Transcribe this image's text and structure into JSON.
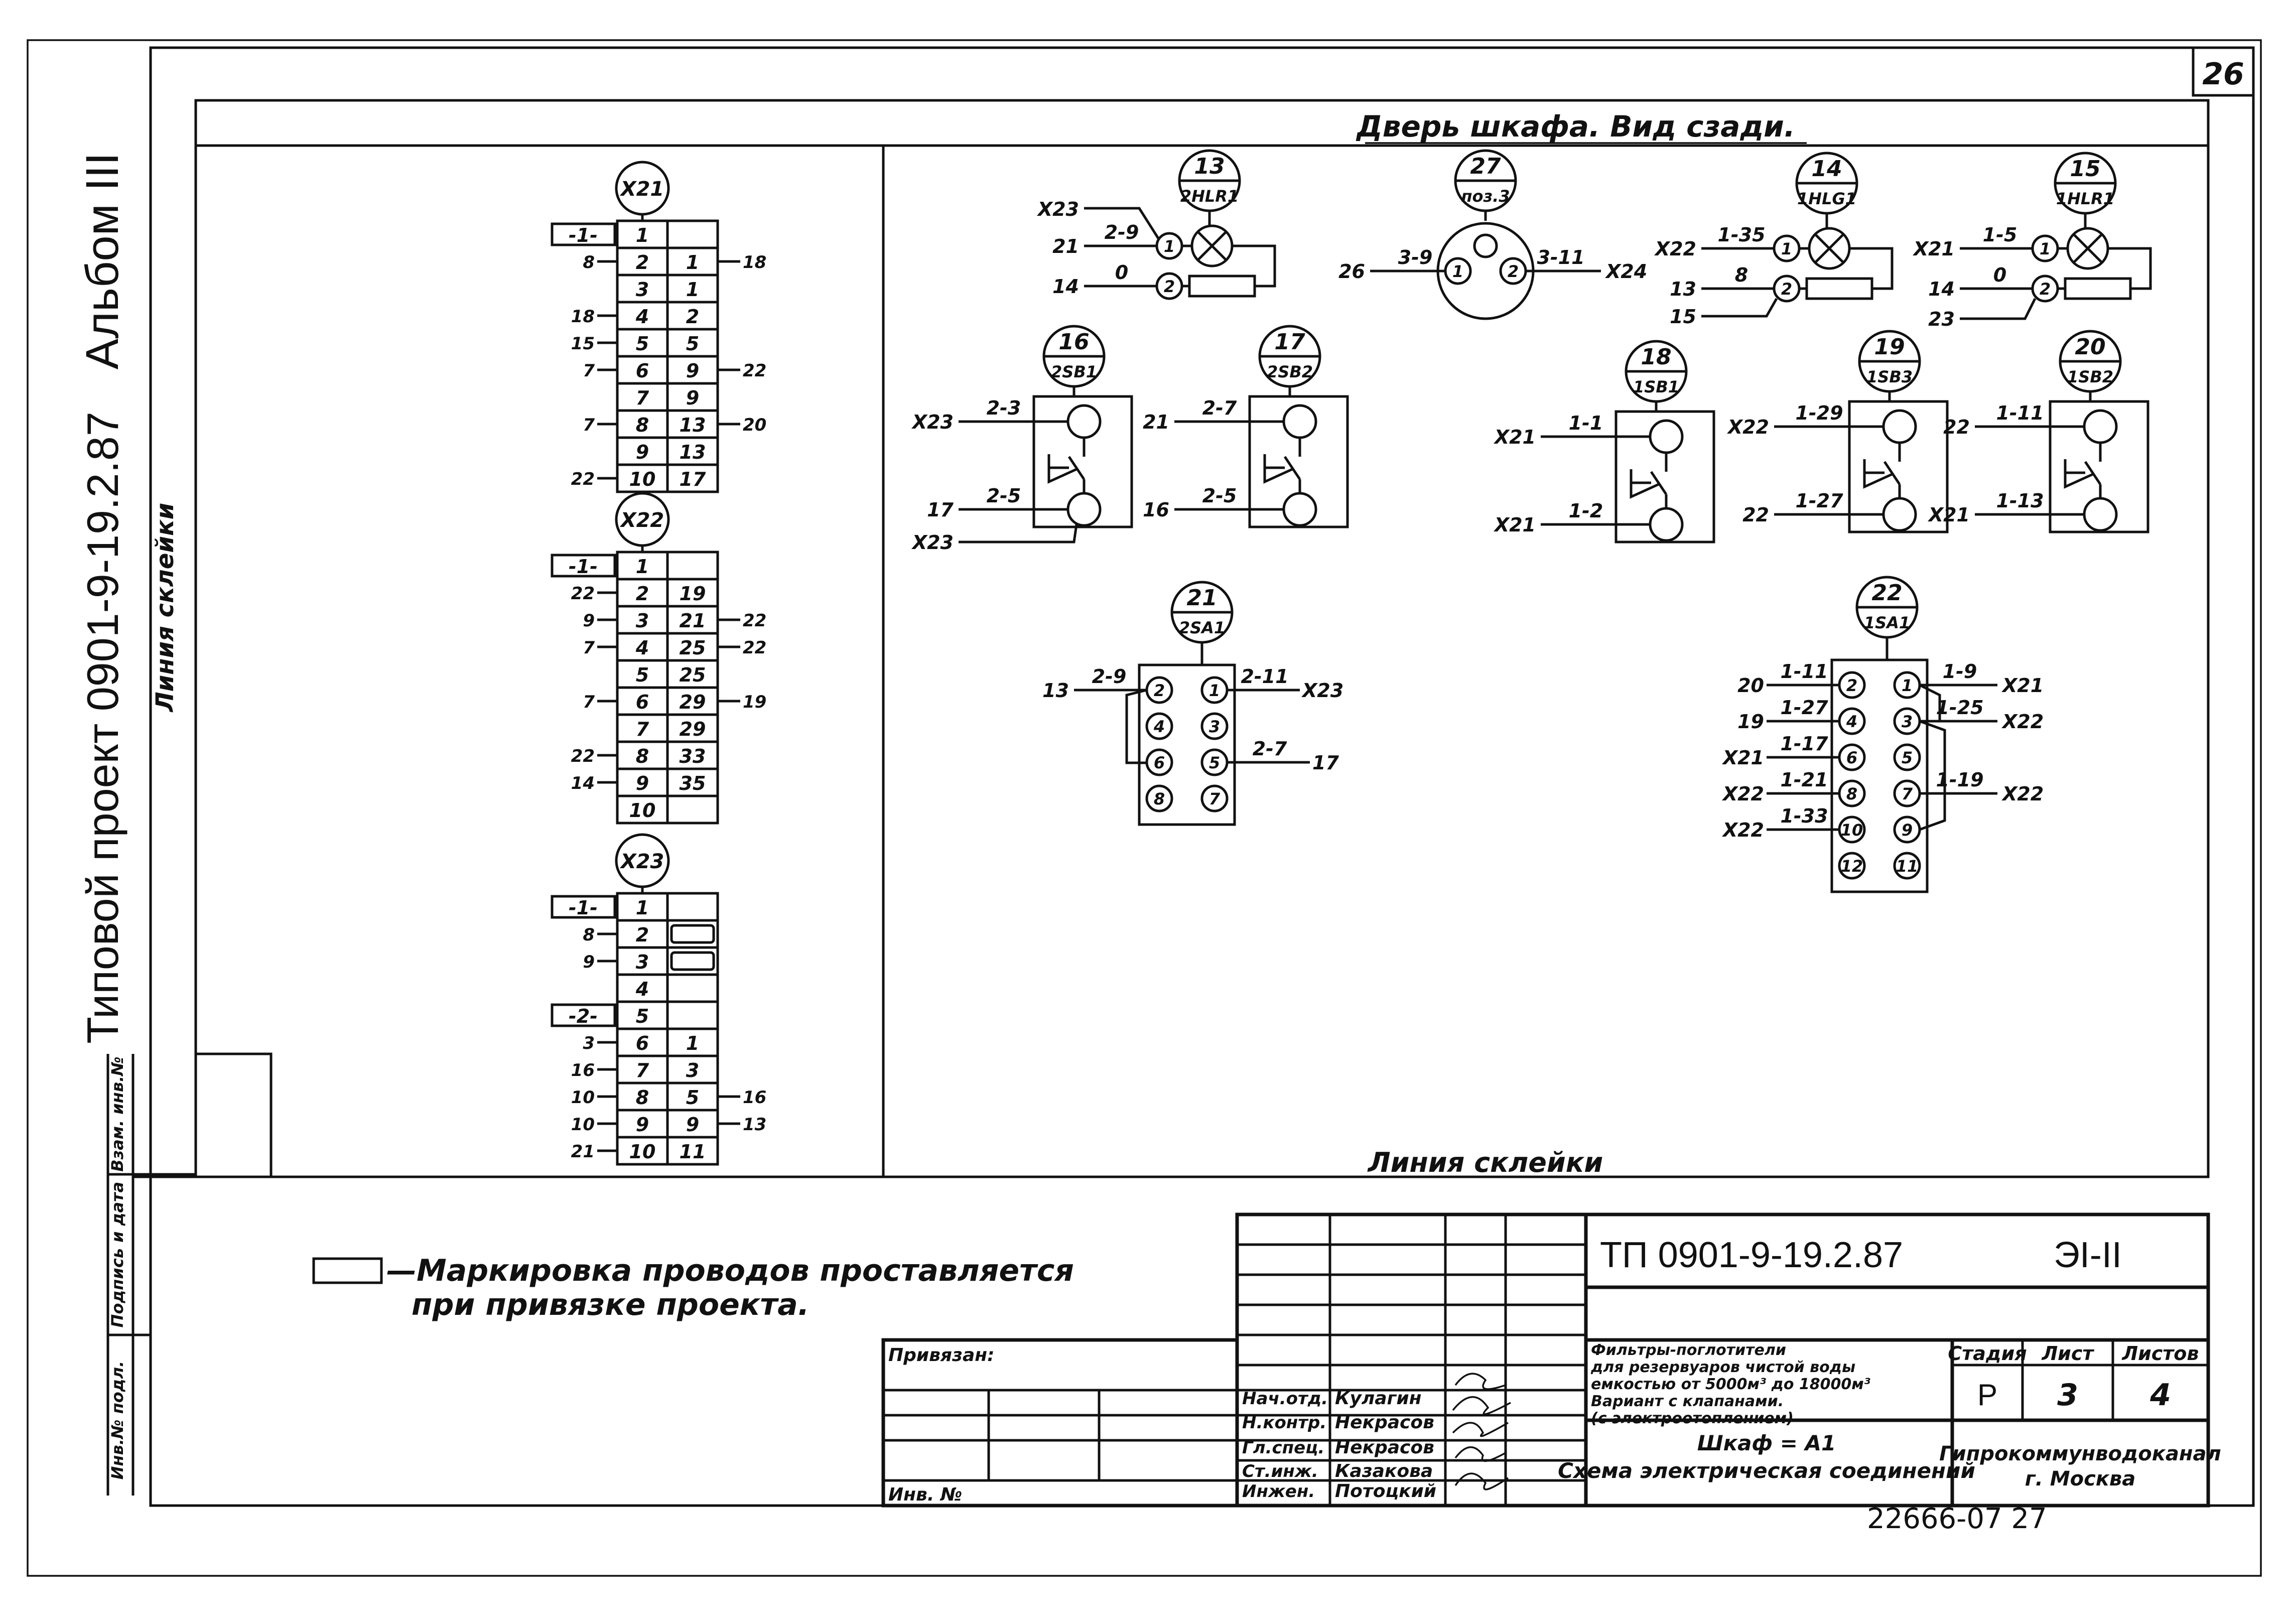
{
  "sheet_number": "26",
  "left_strip": {
    "album": "Альбом III",
    "project": "Типовой проект 0901-9-19.2.87",
    "glue_line": "Линия склейки"
  },
  "side_stamp": [
    "Инв.№ подл.",
    "Подпись и дата",
    "Взам. инв.№"
  ],
  "view_title": "Дверь шкафа. Вид сзади.",
  "glue_line_bottom": "Линия склейки",
  "terminal_blocks": [
    {
      "name": "X21",
      "rows": [
        {
          "left": "",
          "a": "1",
          "b": "",
          "right": "",
          "group": "-1-"
        },
        {
          "left": "8",
          "a": "2",
          "b": "1",
          "right": "18"
        },
        {
          "left": "",
          "a": "3",
          "b": "1",
          "right": ""
        },
        {
          "left": "18",
          "a": "4",
          "b": "2",
          "right": ""
        },
        {
          "left": "15",
          "a": "5",
          "b": "5",
          "right": ""
        },
        {
          "left": "7",
          "a": "6",
          "b": "9",
          "right": "22"
        },
        {
          "left": "",
          "a": "7",
          "b": "9",
          "right": ""
        },
        {
          "left": "7",
          "a": "8",
          "b": "13",
          "right": "20"
        },
        {
          "left": "",
          "a": "9",
          "b": "13",
          "right": ""
        },
        {
          "left": "22",
          "a": "10",
          "b": "17",
          "right": ""
        }
      ]
    },
    {
      "name": "X22",
      "rows": [
        {
          "left": "",
          "a": "1",
          "b": "",
          "right": "",
          "group": "-1-"
        },
        {
          "left": "22",
          "a": "2",
          "b": "19",
          "right": ""
        },
        {
          "left": "9",
          "a": "3",
          "b": "21",
          "right": "22"
        },
        {
          "left": "7",
          "a": "4",
          "b": "25",
          "right": "22"
        },
        {
          "left": "",
          "a": "5",
          "b": "25",
          "right": ""
        },
        {
          "left": "7",
          "a": "6",
          "b": "29",
          "right": "19"
        },
        {
          "left": "",
          "a": "7",
          "b": "29",
          "right": ""
        },
        {
          "left": "22",
          "a": "8",
          "b": "33",
          "right": ""
        },
        {
          "left": "14",
          "a": "9",
          "b": "35",
          "right": ""
        },
        {
          "left": "",
          "a": "10",
          "b": "",
          "right": ""
        }
      ]
    },
    {
      "name": "X23",
      "rows": [
        {
          "left": "",
          "a": "1",
          "b": "",
          "right": "",
          "group": "-1-"
        },
        {
          "left": "8",
          "a": "2",
          "b": "",
          "right": "",
          "marker": true
        },
        {
          "left": "9",
          "a": "3",
          "b": "",
          "right": "",
          "marker": true
        },
        {
          "left": "",
          "a": "4",
          "b": "",
          "right": ""
        },
        {
          "left": "",
          "a": "5",
          "b": "",
          "right": "",
          "group": "-2-"
        },
        {
          "left": "3",
          "a": "6",
          "b": "1",
          "right": ""
        },
        {
          "left": "16",
          "a": "7",
          "b": "3",
          "right": ""
        },
        {
          "left": "10",
          "a": "8",
          "b": "5",
          "right": "16"
        },
        {
          "left": "10",
          "a": "9",
          "b": "9",
          "right": "13"
        },
        {
          "left": "21",
          "a": "10",
          "b": "11",
          "right": ""
        }
      ]
    }
  ],
  "components": [
    {
      "pos": "13",
      "ref": "2HLR1",
      "type": "lamp",
      "wires": [
        "X23",
        "21",
        "2-9",
        "14",
        "0"
      ],
      "pins": [
        "1",
        "2"
      ]
    },
    {
      "pos": "27",
      "ref": "поз.3",
      "type": "socket",
      "wires": [
        "26",
        "3-9",
        "3-11",
        "X24"
      ],
      "pins": [
        "1",
        "2"
      ]
    },
    {
      "pos": "14",
      "ref": "1HLG1",
      "type": "lamp",
      "wires": [
        "X22",
        "1-35",
        "13",
        "8",
        "15"
      ],
      "pins": [
        "1",
        "2"
      ]
    },
    {
      "pos": "15",
      "ref": "1HLR1",
      "type": "lamp",
      "wires": [
        "X21",
        "1-5",
        "14",
        "0",
        "23"
      ],
      "pins": [
        "1",
        "2"
      ]
    },
    {
      "pos": "16",
      "ref": "2SB1",
      "type": "button",
      "wires": [
        "X23",
        "2-3",
        "17",
        "2-5",
        "X23"
      ]
    },
    {
      "pos": "17",
      "ref": "2SB2",
      "type": "button",
      "wires": [
        "21",
        "2-7",
        "16",
        "2-5"
      ]
    },
    {
      "pos": "18",
      "ref": "1SB1",
      "type": "button",
      "wires": [
        "X21",
        "1-1",
        "X21",
        "1-2"
      ]
    },
    {
      "pos": "19",
      "ref": "1SB3",
      "type": "button",
      "wires": [
        "X22",
        "1-29",
        "22",
        "1-27"
      ]
    },
    {
      "pos": "20",
      "ref": "1SB2",
      "type": "button",
      "wires": [
        "22",
        "1-11",
        "X21",
        "1-13"
      ]
    },
    {
      "pos": "21",
      "ref": "2SA1",
      "type": "switch",
      "left_pins": [
        "2",
        "4",
        "6",
        "8"
      ],
      "right_pins": [
        "1",
        "3",
        "5",
        "7"
      ],
      "wires": [
        "13",
        "2-9",
        "2-11",
        "X23",
        "2-7",
        "17"
      ]
    },
    {
      "pos": "22",
      "ref": "1SA1",
      "type": "switch",
      "left_pins": [
        "2",
        "4",
        "6",
        "8",
        "10",
        "12"
      ],
      "right_pins": [
        "1",
        "3",
        "5",
        "7",
        "9",
        "11"
      ],
      "left_wires": [
        [
          "20",
          "1-11"
        ],
        [
          "19",
          "1-27"
        ],
        [
          "X21",
          "1-17"
        ],
        [
          "X22",
          "1-21"
        ],
        [
          "X22",
          "1-33"
        ]
      ],
      "right_wires": [
        [
          "1-9",
          "X21"
        ],
        [
          "1-25",
          "X22"
        ],
        [
          "1-19",
          "X22"
        ]
      ]
    }
  ],
  "note": {
    "line1": "—Маркировка проводов проставляется",
    "line2": "при привязке проекта."
  },
  "title_block": {
    "designation": "ТП 0901-9-19.2.87",
    "sheet_code": "ЭI-II",
    "privyazan": "Привязан:",
    "inv_no": "Инв. №",
    "roles": [
      "Нач.отд.",
      "Н.контр.",
      "Гл.спец.",
      "Ст.инж.",
      "Инжен."
    ],
    "names": [
      "Кулагин",
      "Некрасов",
      "Некрасов",
      "Казакова",
      "Потоцкий"
    ],
    "description": [
      "Фильтры-поглотители",
      "для резервуаров чистой воды",
      "емкостью от 5000м³ до 18000м³",
      "Вариант с клапанами.",
      "(с электроотоплением)"
    ],
    "drawing_title": [
      "Шкаф = А1",
      "Схема электрическая соединений"
    ],
    "stage_label": "Стадия",
    "sheet_label": "Лист",
    "sheets_label": "Листов",
    "stage": "Р",
    "sheet": "3",
    "sheets": "4",
    "org": [
      "Гипрокоммунводоканал",
      "г. Москва"
    ]
  },
  "archive_number": "22666-07   27"
}
